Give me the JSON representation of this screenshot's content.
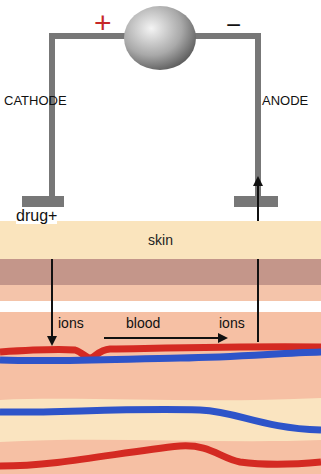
{
  "diagram": {
    "nodes": [
      {
        "text": [
          "skin"
        ]
      }
    ],
    "labels": [
      "+",
      "−",
      "CATHODE",
      "ANODE",
      "drug+",
      "ions",
      "blood",
      "ions"
    ]
  }
}
